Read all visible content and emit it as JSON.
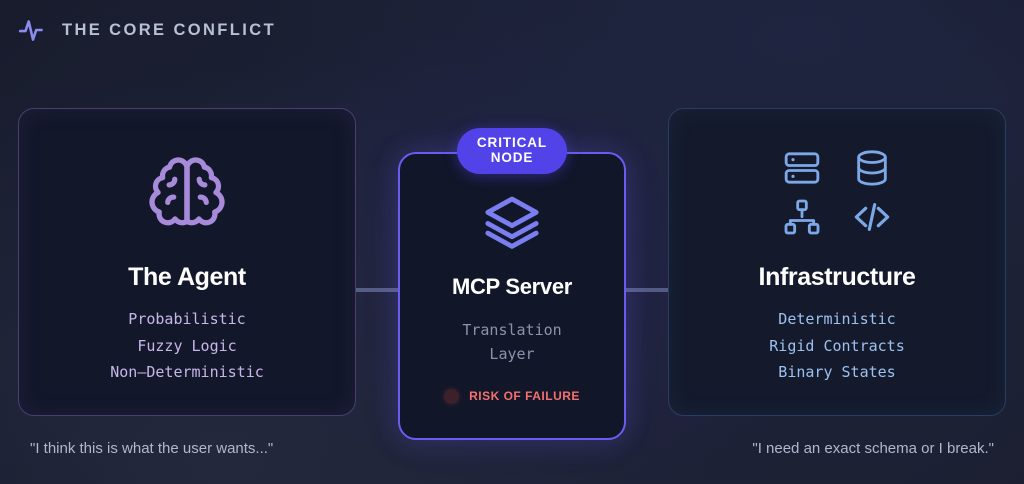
{
  "header": {
    "icon": "pulse-activity-icon",
    "title": "THE CORE CONFLICT"
  },
  "colors": {
    "accent_purple": "#5243e8",
    "agent_purple": "#a78bda",
    "infra_blue": "#7da8e8",
    "risk_red": "#f4706e",
    "background": "#1b1f31",
    "card_fill": "#13172a"
  },
  "cards": {
    "agent": {
      "icon": "brain-icon",
      "title": "The Agent",
      "traits": [
        "Probabilistic",
        "Fuzzy Logic",
        "Non–Deterministic"
      ]
    },
    "mcp": {
      "badge": "CRITICAL NODE",
      "badge_line1": "CRITICAL",
      "badge_line2": "NODE",
      "icon": "layers-icon",
      "title": "MCP Server",
      "subtitle": "Translation Layer",
      "risk_label": "RISK OF FAILURE",
      "risk_dot": "risk-status-dot"
    },
    "infrastructure": {
      "icons": [
        "server-icon",
        "database-icon",
        "sitemap-icon",
        "code-brackets-icon"
      ],
      "title": "Infrastructure",
      "traits": [
        "Deterministic",
        "Rigid Contracts",
        "Binary States"
      ]
    }
  },
  "quotes": {
    "left": "\"I think this is what the user wants...\"",
    "right": "\"I need an exact schema or I break.\""
  }
}
